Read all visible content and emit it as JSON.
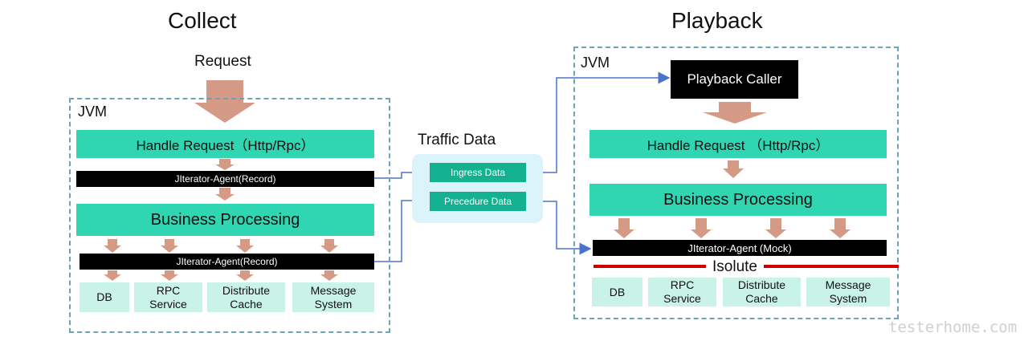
{
  "collect": {
    "title": "Collect",
    "request_label": "Request",
    "jvm_label": "JVM",
    "handle_request": "Handle Request（Http/Rpc）",
    "agent_top": "JIterator-Agent(Record)",
    "business": "Business Processing",
    "agent_bottom": "JIterator-Agent(Record)",
    "stores": [
      {
        "line1": "DB",
        "line2": ""
      },
      {
        "line1": "RPC",
        "line2": "Service"
      },
      {
        "line1": "Distribute",
        "line2": "Cache"
      },
      {
        "line1": "Message",
        "line2": "System"
      }
    ]
  },
  "traffic": {
    "title": "Traffic Data",
    "ingress": "Ingress Data",
    "procedure": "Precedure Data"
  },
  "playback": {
    "title": "Playback",
    "jvm_label": "JVM",
    "caller": "Playback Caller",
    "handle_request": "Handle Request （Http/Rpc）",
    "business": "Business Processing",
    "agent": "JIterator-Agent (Mock)",
    "isolute": "Isolute",
    "stores": [
      {
        "line1": "DB",
        "line2": ""
      },
      {
        "line1": "RPC",
        "line2": "Service"
      },
      {
        "line1": "Distribute",
        "line2": "Cache"
      },
      {
        "line1": "Message",
        "line2": "System"
      }
    ]
  },
  "watermark": "testerhome.com",
  "colors": {
    "teal": "#2fd6b1",
    "light_teal": "#c9f2e8",
    "dark_teal": "#14b191",
    "traffic_bg": "#dbf4fc",
    "arrow": "#d49a86",
    "connector": "#4a74c9",
    "isolation": "#cc0000",
    "jvm_border": "#6ea3b5"
  }
}
